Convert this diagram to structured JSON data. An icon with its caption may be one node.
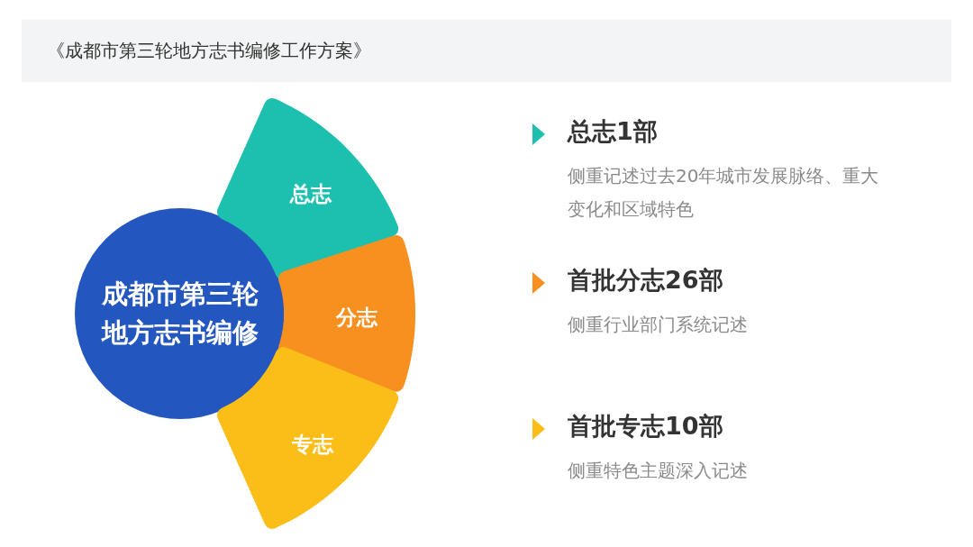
{
  "diagram": {
    "title": "《成都市第三轮地方志书编修工作方案》",
    "nodes": [
      {
        "text": [
          "成都市第三轮地方志书编修"
        ]
      },
      {
        "text": [
          "总志"
        ]
      },
      {
        "text": [
          "分志"
        ]
      },
      {
        "text": [
          "专志"
        ]
      }
    ],
    "labels": [
      "总志1部",
      "侧重记述过去20年城市发展脉络、重大变化和区域特色",
      "首批分志26部",
      "侧重行业部门系统记述",
      "首批专志10部",
      "侧重特色主题深入记述"
    ]
  }
}
